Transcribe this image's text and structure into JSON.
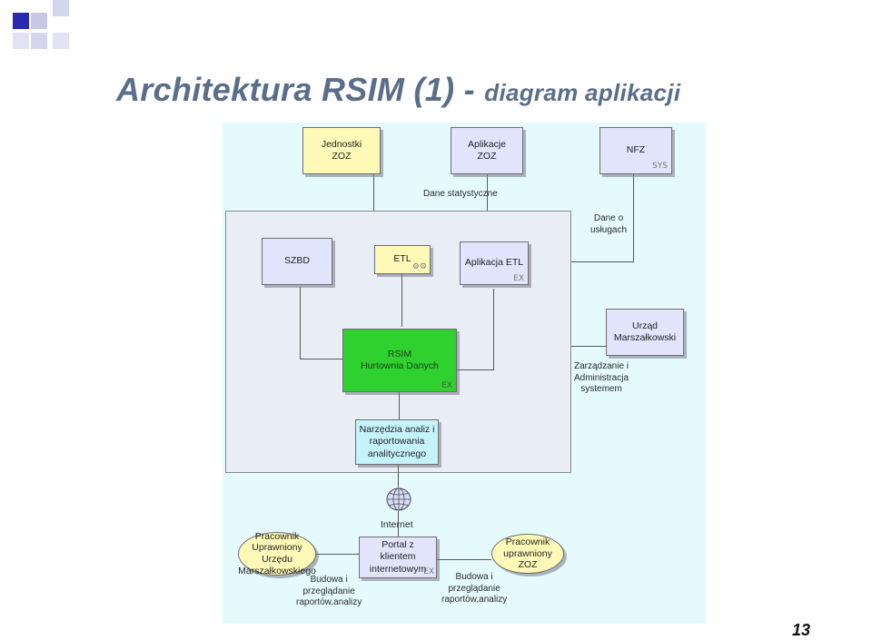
{
  "title": {
    "main": "Architektura RSIM (1) - ",
    "sub": "diagram aplikacji"
  },
  "nodes": {
    "jednostki": "Jednostki\nZOZ",
    "aplikacje": "Aplikacje\nZOZ",
    "nfz": "NFZ",
    "szbd": "SZBD",
    "etl": "ETL",
    "aplikacja_etl": "Aplikacja ETL",
    "rsim": "RSIM\nHurtownia Danych",
    "urzad": "Urząd\nMarszałkowski",
    "narzedzia": "Narzędzia analiz i\nraportowania\nanalitycznego",
    "portal": "Portal z\nklientem\ninternetowym",
    "pracownik_um": "Pracownik\nUprawniony\nUrzędu\nMarszałkowskiego",
    "pracownik_zoz": "Pracownik\nuprawniony\nZOZ"
  },
  "labels": {
    "dane_statystyczne": "Dane statystyczne",
    "dane_o_uslugach": "Dane o\nusługach",
    "zarzadzanie": "Zarządzanie i\nAdministracja\nsystemem",
    "internet": "Internet",
    "budowa_left": "Budowa i\nprzeglądanie\nraportów,analizy",
    "budowa_right": "Budowa i\nprzeglądanie\nraportów,analizy"
  },
  "tags": {
    "nfz": "SYS",
    "aplikacja_etl": "EX",
    "rsim": "EX",
    "portal": "EX"
  },
  "page_number": "13",
  "colors": {
    "title": "#5a6e8a",
    "diagram_bg": "#e4fafd",
    "inner_bg": "#e9edf6",
    "yellow": "#fff9b8",
    "green": "#2ed12e",
    "cyan": "#c4f3fa",
    "lavender": "#e2e4fb"
  }
}
